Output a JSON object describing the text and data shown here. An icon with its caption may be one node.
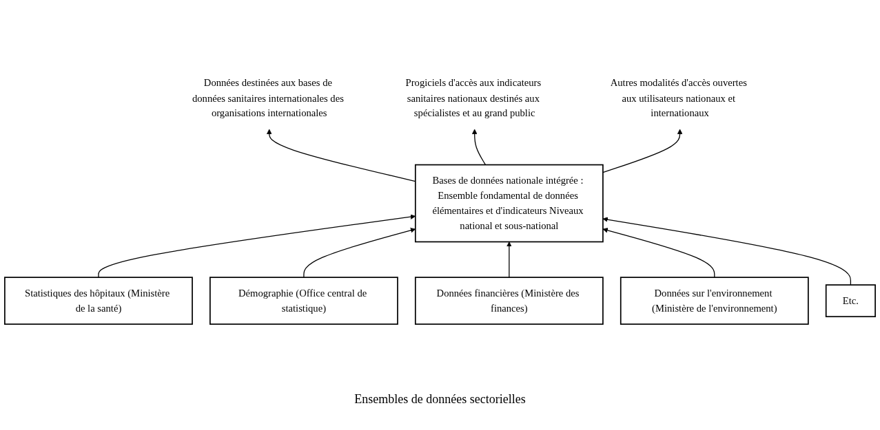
{
  "diagram": {
    "nodes": [
      {
        "text": [
          "Données destinées aux bases de données sanitaires internationales des organisations internationales"
        ]
      },
      {
        "text": [
          "Progiciels d'accès aux indicateurs sanitaires nationaux destinés aux spécialistes et au grand public"
        ]
      },
      {
        "text": [
          "Autres modalités d'accès ouvertes aux utilisateurs nationaux et internationaux"
        ]
      },
      {
        "text": [
          "Bases de données nationale intégrée : Ensemble fondamental de données élémentaires et d'indicateurs Niveaux national et sous-national"
        ]
      },
      {
        "text": [
          "Statistiques des hôpitaux (Ministère de la santé)"
        ]
      },
      {
        "text": [
          "Démographie (Office central de statistique)"
        ]
      },
      {
        "text": [
          "Données financières (Ministère des finances)"
        ]
      },
      {
        "text": [
          "Données sur l'environnement (Ministère de l'environnement)"
        ]
      },
      {
        "text": [
          "Etc."
        ]
      }
    ],
    "edges": [
      {
        "from": 3,
        "to": 0,
        "arrow": "to"
      },
      {
        "from": 3,
        "to": 1,
        "arrow": "to"
      },
      {
        "from": 3,
        "to": 2,
        "arrow": "to"
      },
      {
        "from": 4,
        "to": 3,
        "arrow": "to"
      },
      {
        "from": 5,
        "to": 3,
        "arrow": "to"
      },
      {
        "from": 6,
        "to": 3,
        "arrow": "to"
      },
      {
        "from": 7,
        "to": 3,
        "arrow": "to"
      },
      {
        "from": 8,
        "to": 3,
        "arrow": "to"
      }
    ],
    "labels": [
      "Ensembles de données sectorielles"
    ]
  }
}
